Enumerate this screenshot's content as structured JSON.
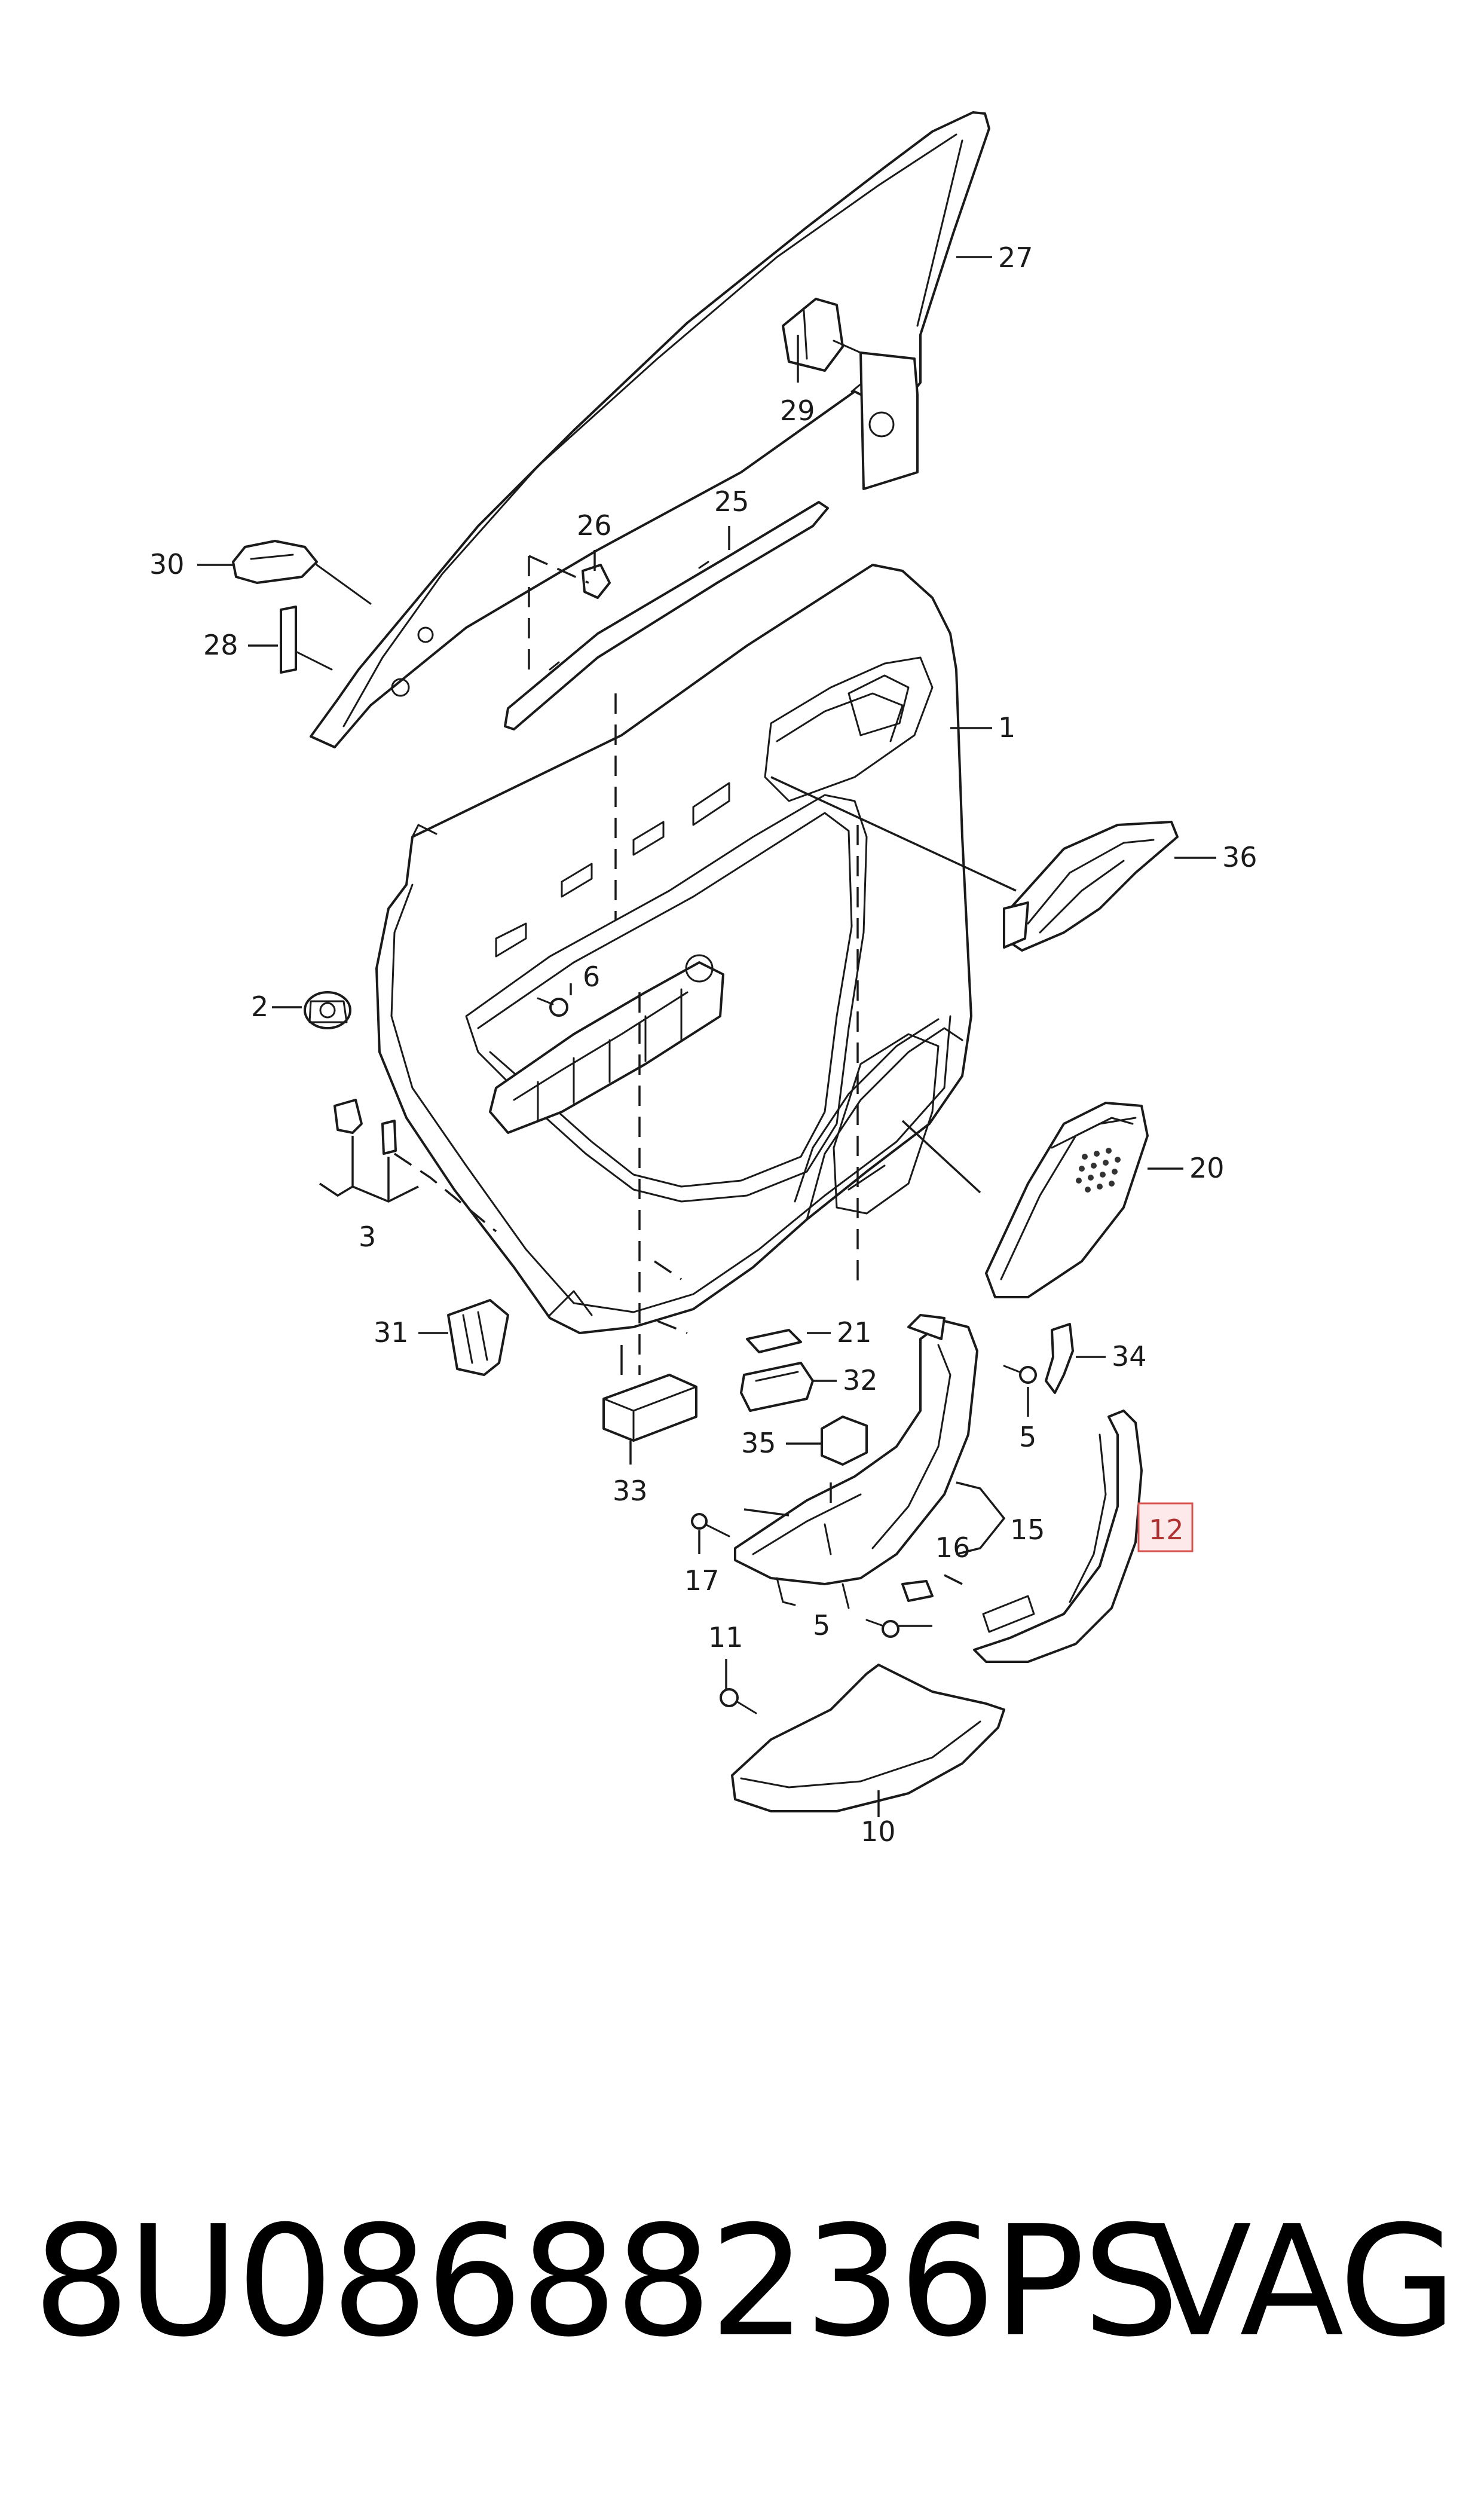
{
  "callouts": {
    "c1": "1",
    "c2": "2",
    "c3": "3",
    "c5a": "5",
    "c5b": "5",
    "c6": "6",
    "c10": "10",
    "c11": "11",
    "c12": "12",
    "c15": "15",
    "c16": "16",
    "c17": "17",
    "c20": "20",
    "c21": "21",
    "c25": "25",
    "c26": "26",
    "c27": "27",
    "c28": "28",
    "c29": "29",
    "c30": "30",
    "c31": "31",
    "c32": "32",
    "c33": "33",
    "c34": "34",
    "c35": "35",
    "c36": "36"
  },
  "highlight_callout": "12",
  "footer": {
    "part_number": "8U08688236PS",
    "brand": "VAG"
  }
}
